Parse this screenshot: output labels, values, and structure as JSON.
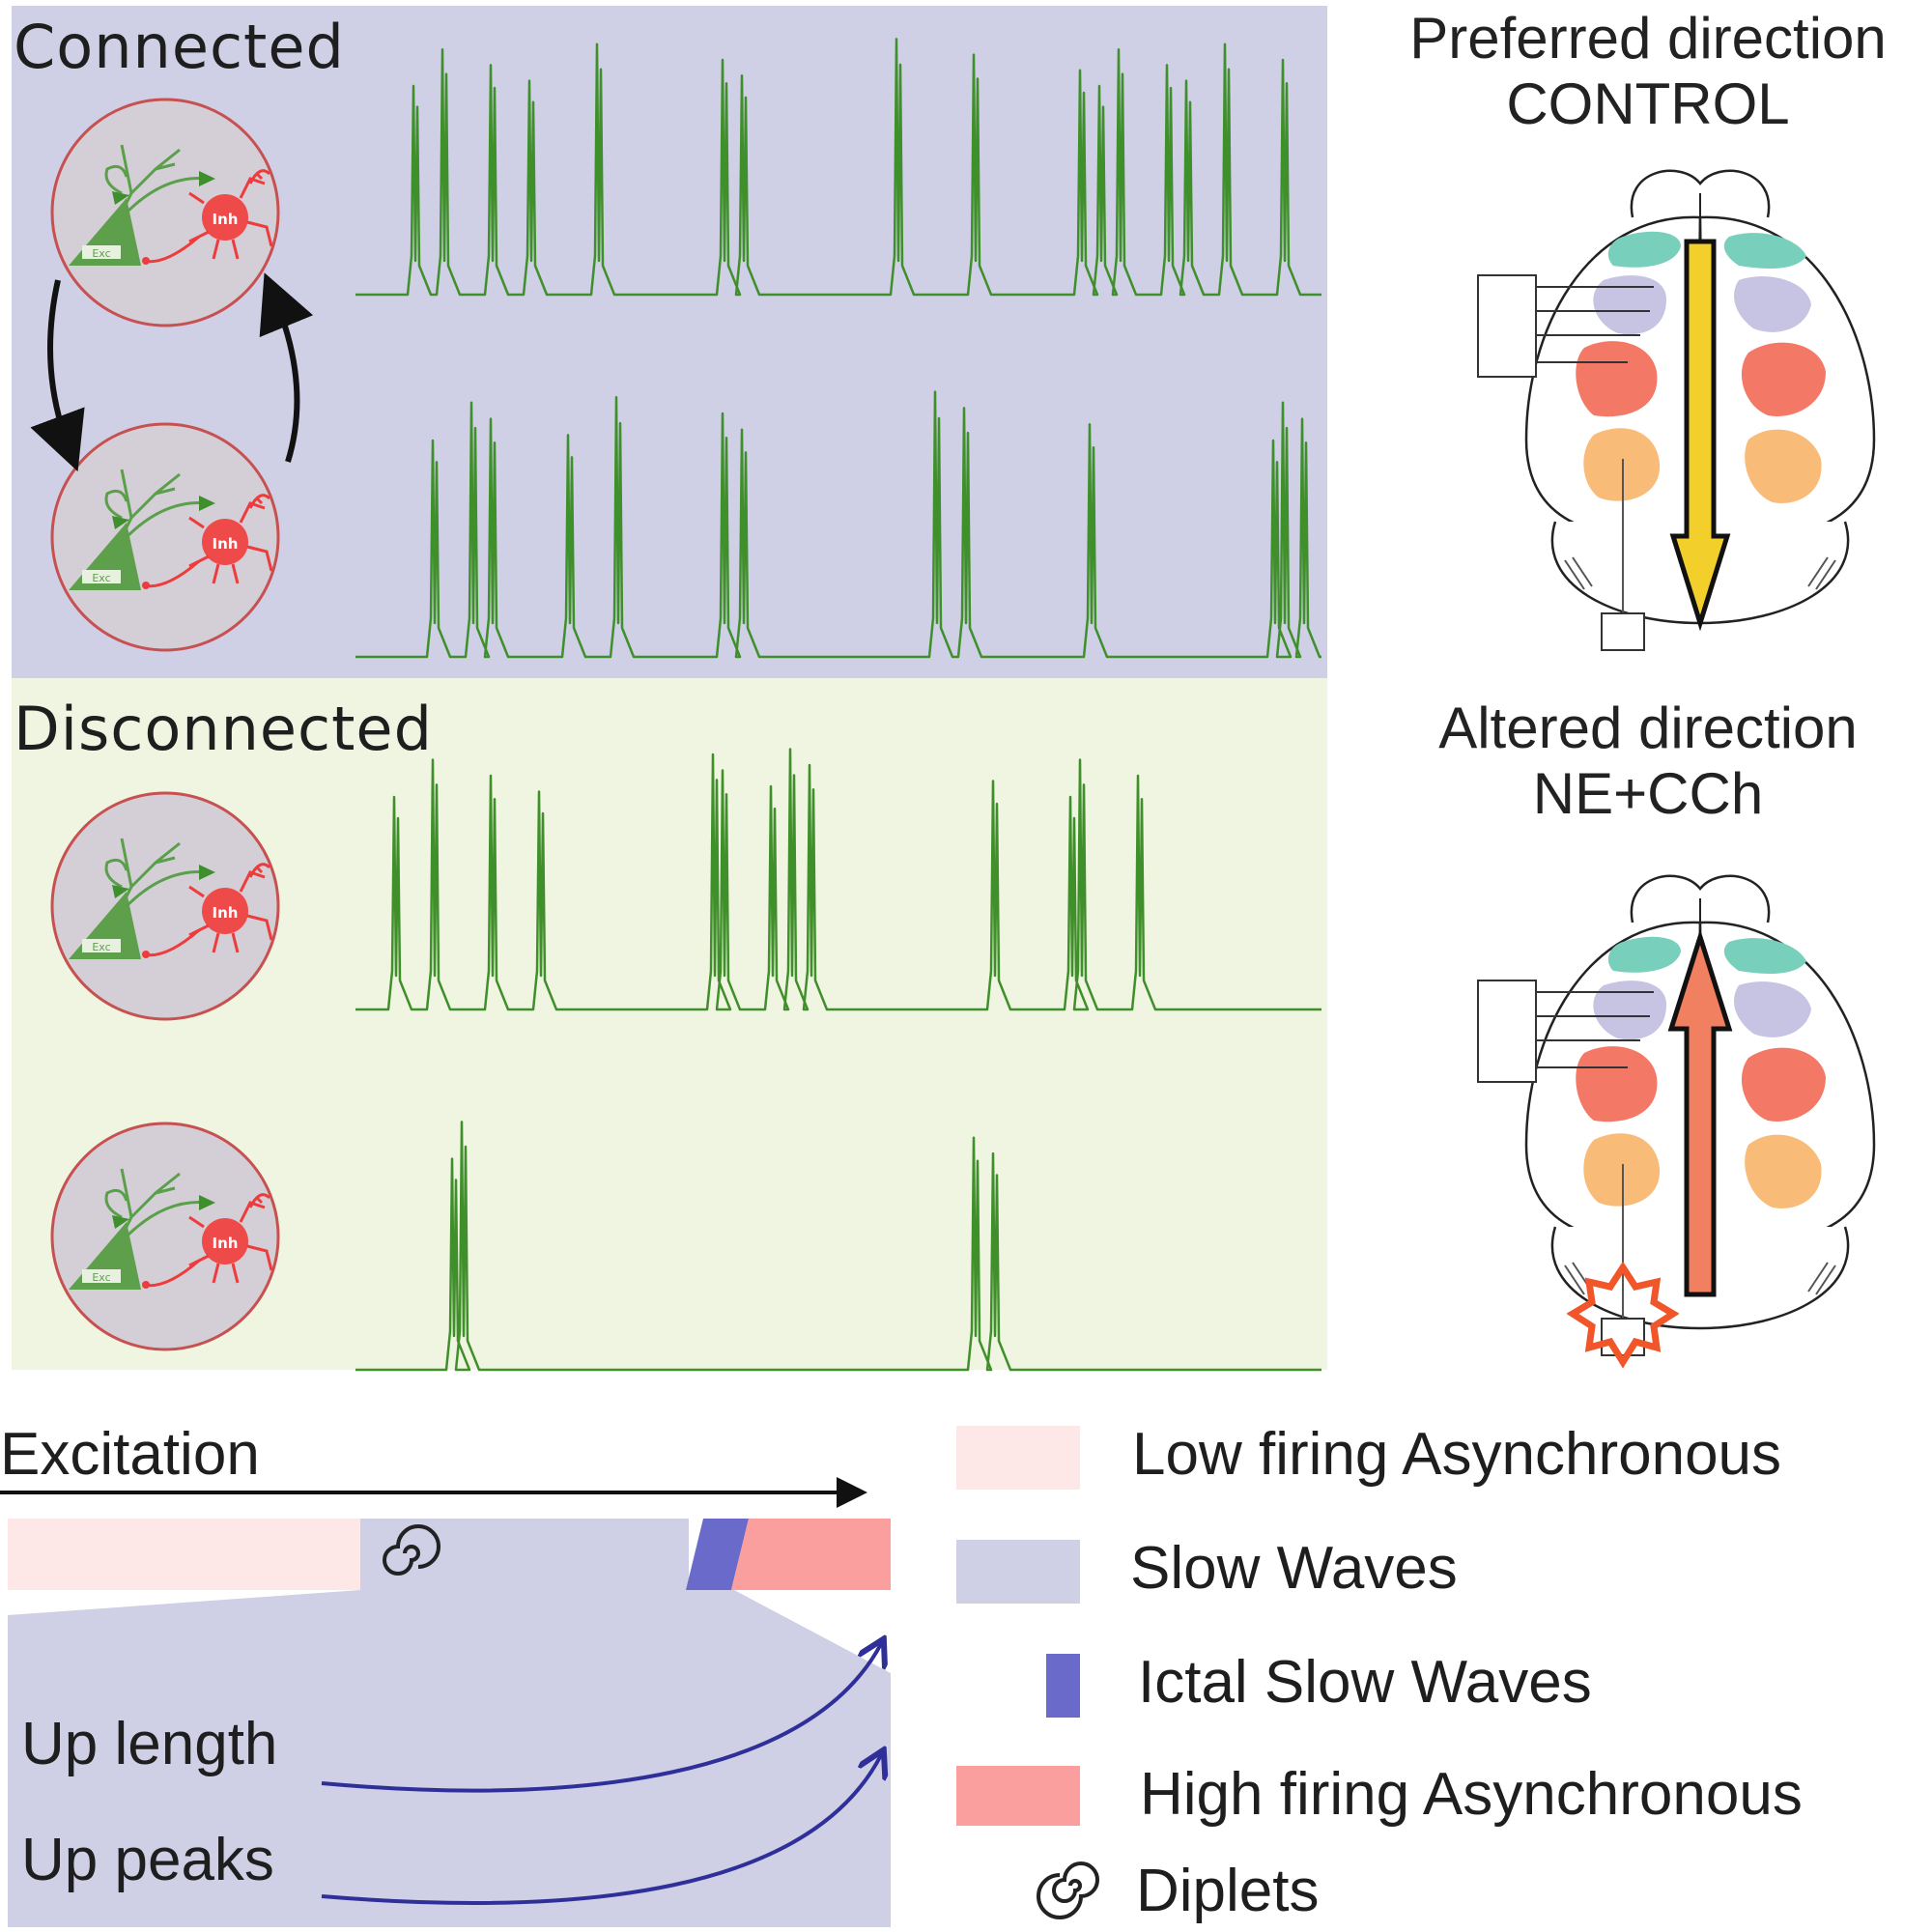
{
  "panels": {
    "connected": {
      "label": "Connected",
      "background": "#cfcfe6",
      "traces": [
        {
          "name": "connected-trace-1",
          "bursts": [
            0.06,
            0.09,
            0.14,
            0.18,
            0.25,
            0.38,
            0.4,
            0.56,
            0.64,
            0.75,
            0.77,
            0.79,
            0.84,
            0.86,
            0.9,
            0.96
          ]
        },
        {
          "name": "connected-trace-2",
          "bursts": [
            0.08,
            0.12,
            0.14,
            0.22,
            0.27,
            0.38,
            0.4,
            0.6,
            0.63,
            0.76,
            0.95,
            0.96,
            0.98
          ]
        }
      ]
    },
    "disconnected": {
      "label": "Disconnected",
      "background": "#eff5e0",
      "traces": [
        {
          "name": "disconnected-trace-1",
          "bursts": [
            0.04,
            0.08,
            0.14,
            0.19,
            0.37,
            0.38,
            0.43,
            0.45,
            0.47,
            0.66,
            0.74,
            0.75,
            0.81
          ]
        },
        {
          "name": "disconnected-trace-2",
          "bursts": [
            0.1,
            0.11,
            0.64,
            0.66
          ]
        }
      ]
    },
    "circuit": {
      "excitatory_label": "Exc",
      "inhibitory_label": "Inh",
      "exc_color": "#4e8f3a",
      "inh_color": "#ee3b3b",
      "circle_border": "#c75050"
    }
  },
  "brain_panels": [
    {
      "title_line1": "Preferred direction",
      "title_line2": "CONTROL",
      "arrow_direction": "down",
      "arrow_color": "#f2cf2a"
    },
    {
      "title_line1": "Altered direction",
      "title_line2": "NE+CCh",
      "arrow_direction": "up",
      "arrow_color": "#f08060",
      "stimulus_marker_color": "#f0562a"
    }
  ],
  "brain_region_colors": {
    "frontal": "#78cfbb",
    "motor": "#c6c3e3",
    "somatosensory": "#f47866",
    "visual": "#f9bc78"
  },
  "excitation_axis": {
    "label": "Excitation",
    "segments": [
      {
        "name": "low-firing",
        "color": "#fde7e7"
      },
      {
        "name": "slow-waves",
        "color": "#cfcfe6"
      },
      {
        "name": "ictal",
        "color": "#6a6acb"
      },
      {
        "name": "high-firing",
        "color": "#fb9e9e"
      }
    ],
    "trend_labels": [
      "Up length",
      "Up peaks"
    ],
    "trend_color": "#2f2f9a"
  },
  "legend": {
    "items": [
      {
        "label": "Low firing Asynchronous",
        "color": "#fde7e7"
      },
      {
        "label": "Slow Waves",
        "color": "#cfcfe6"
      },
      {
        "label": "Ictal Slow Waves",
        "color": "#6a6acb"
      },
      {
        "label": "High firing Asynchronous",
        "color": "#fb9e9e"
      }
    ],
    "diplets_label": "Diplets"
  }
}
